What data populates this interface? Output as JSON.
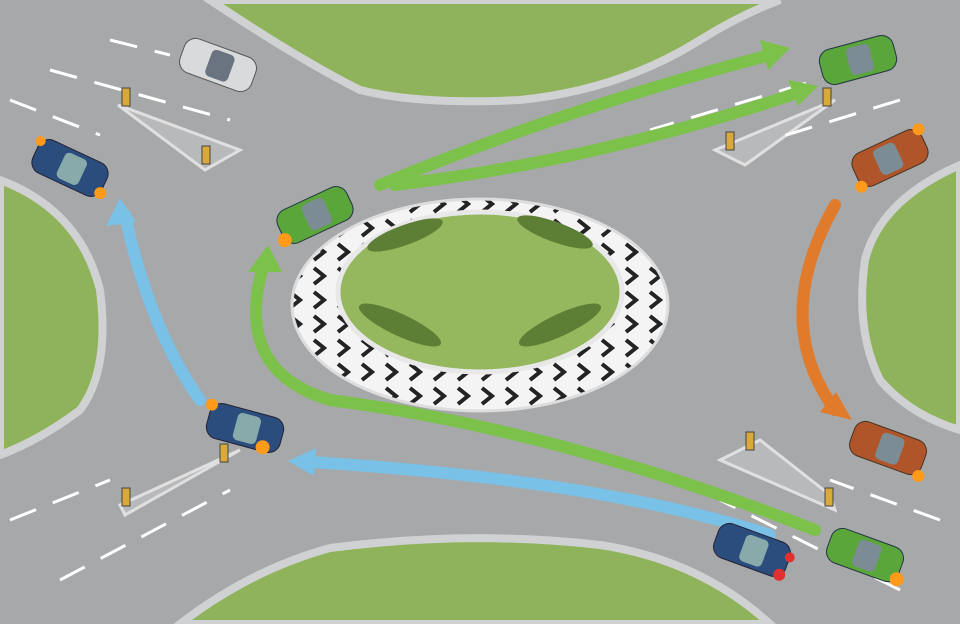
{
  "colors": {
    "road": "#a7a8aa",
    "grass": "#8fb35a",
    "curb": "#cfd0d2",
    "island_grass": "#95b85e",
    "left_turn_arrow": "#7cc24a",
    "straight_arrow": "#79c1e6",
    "right_turn_arrow": "#e07b2c",
    "car_green": "#5aa63a",
    "car_blue": "#2b4d7e",
    "car_orange": "#b0542a",
    "car_silver": "#d8dadc",
    "indicator": "#ff9a1a"
  },
  "icons": {
    "arrow_head": "triangle-arrow",
    "car": "car-top-view",
    "bollard": "bollard"
  }
}
